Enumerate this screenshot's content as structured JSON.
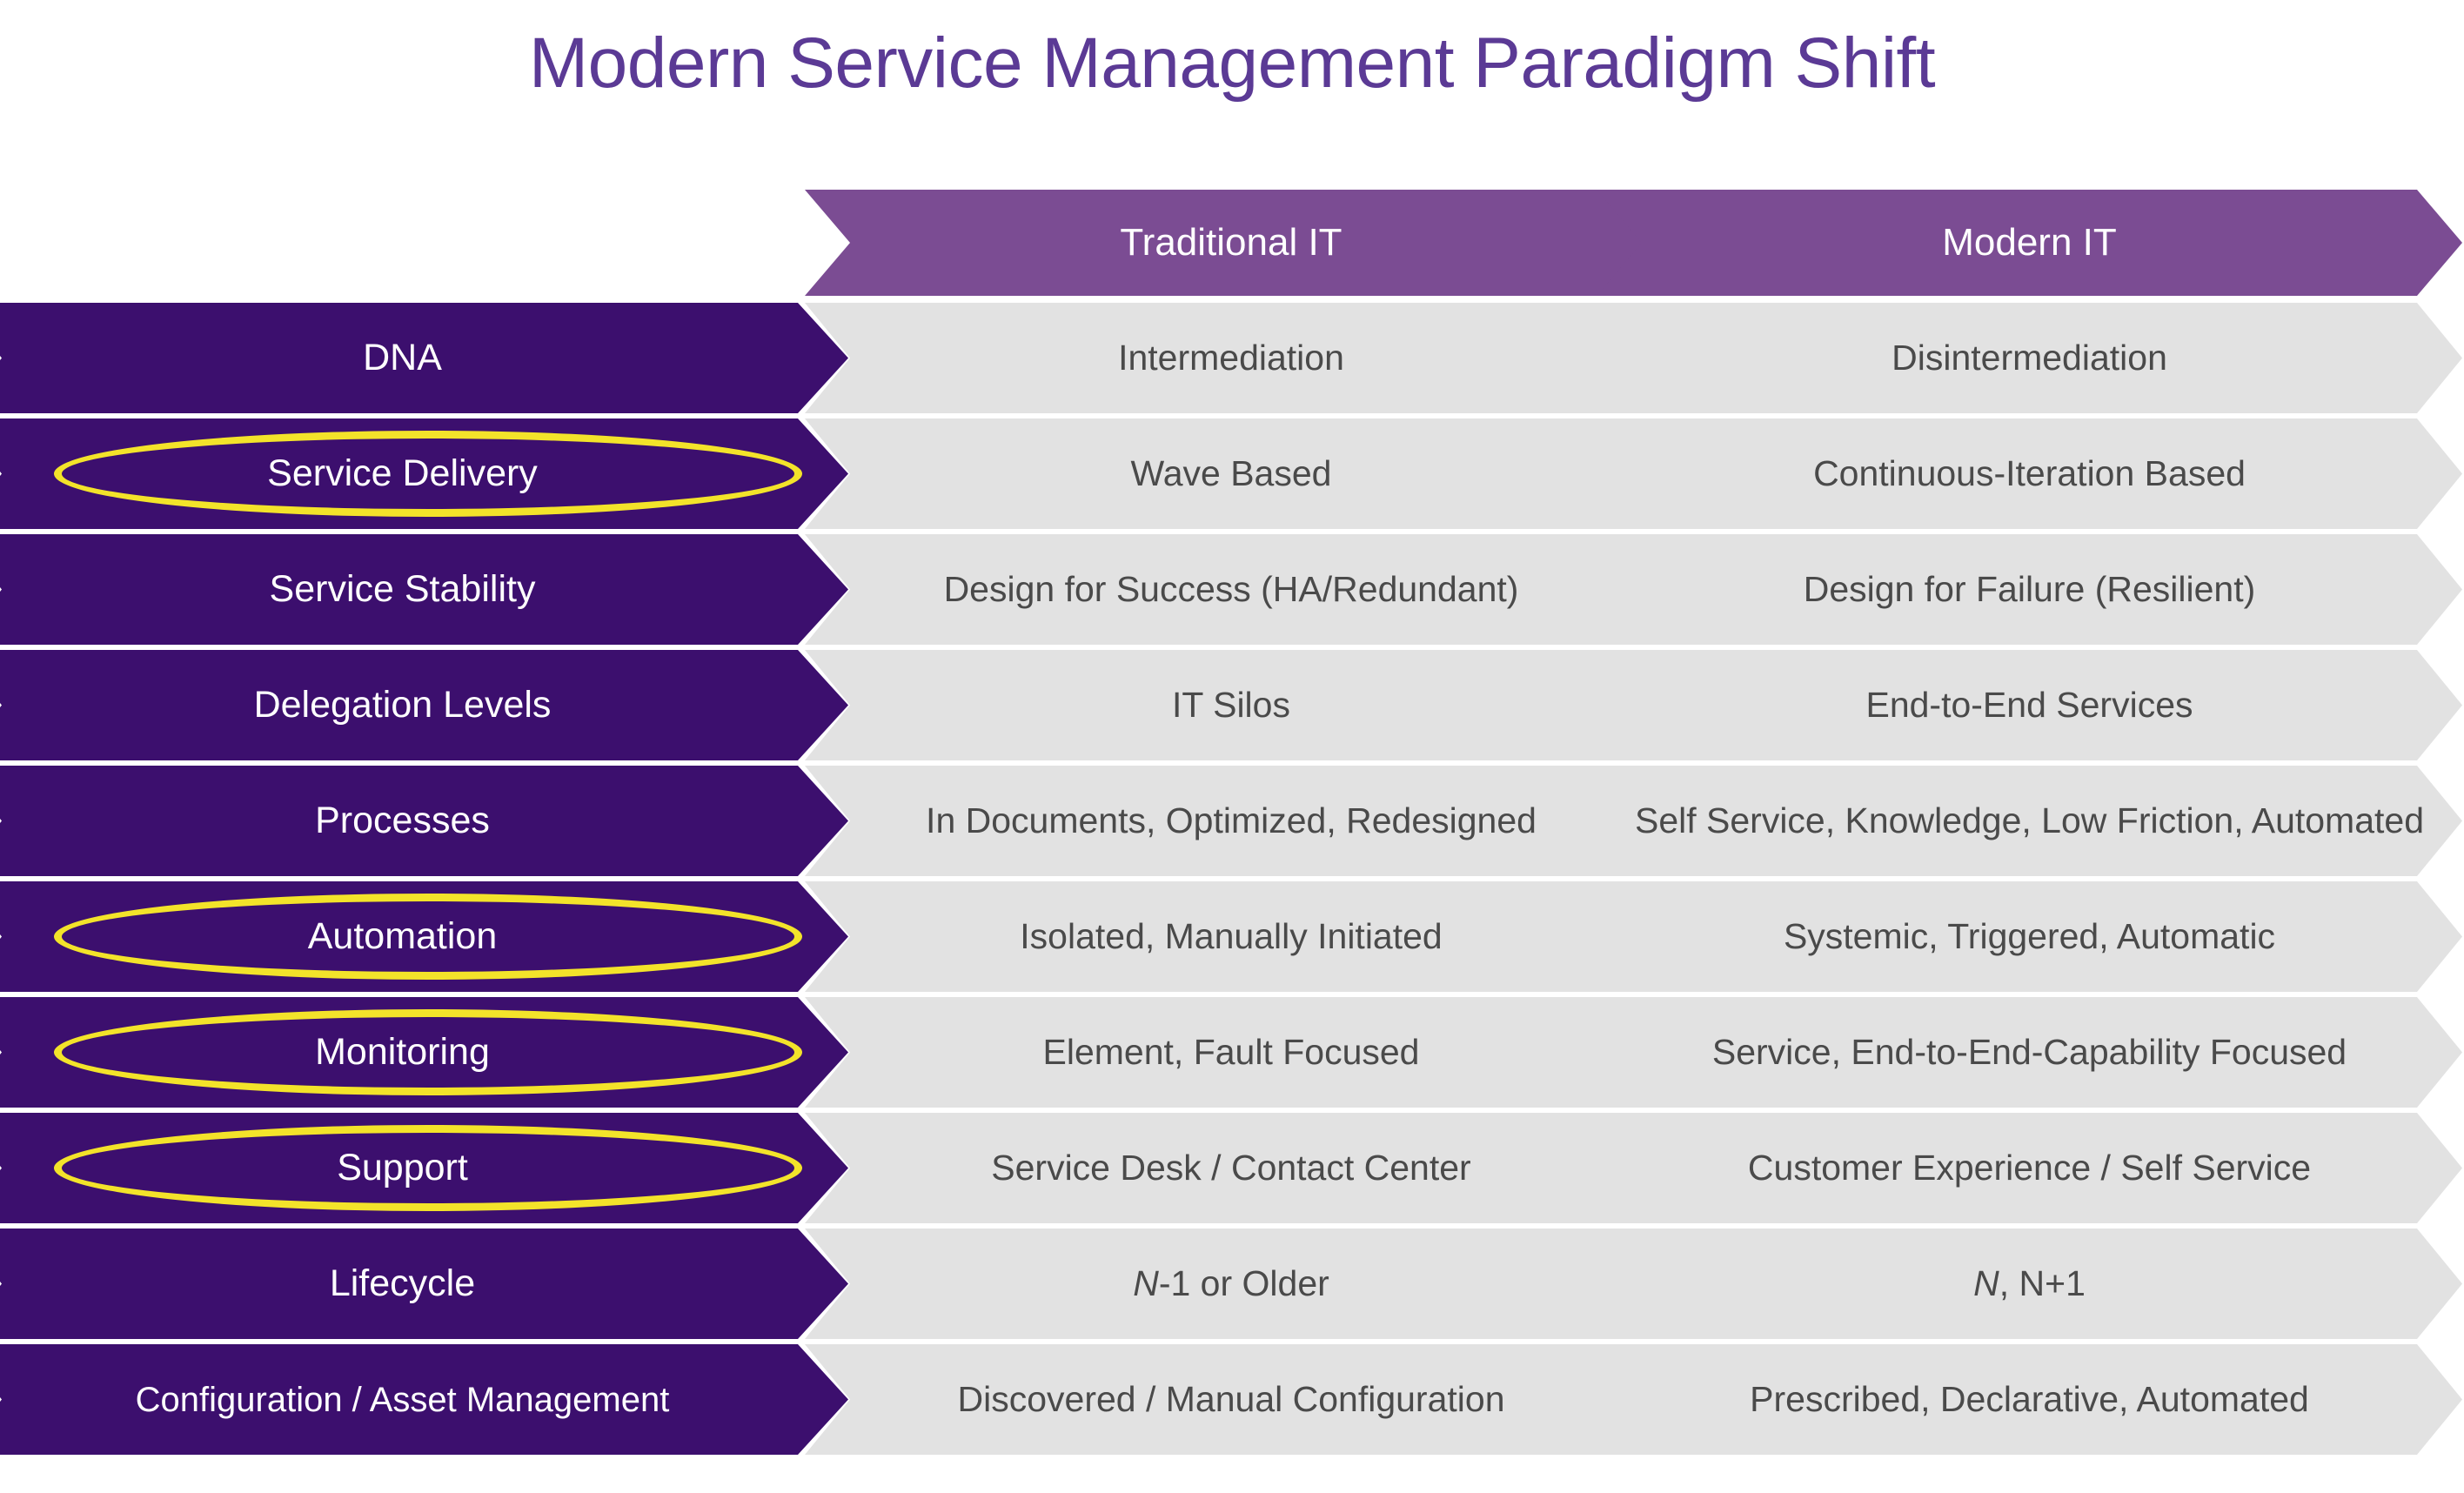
{
  "title": "Modern Service Management Paradigm Shift",
  "colors": {
    "title_purple": "#5B3A95",
    "header_purple": "#7B4C93",
    "row_label_purple": "#3C0F6E",
    "cell_gray": "#E2E2E2",
    "cell_text_gray": "#4A4A4A",
    "highlight_yellow": "#F3E32A",
    "background": "#FFFFFF"
  },
  "table": {
    "columns": [
      {
        "key": "category",
        "header": ""
      },
      {
        "key": "traditional",
        "header": "Traditional IT"
      },
      {
        "key": "modern",
        "header": "Modern IT"
      }
    ],
    "rows": [
      {
        "category": "DNA",
        "traditional": "Intermediation",
        "modern": "Disintermediation",
        "highlighted": false
      },
      {
        "category": "Service Delivery",
        "traditional": "Wave Based",
        "modern": "Continuous-Iteration Based",
        "highlighted": true
      },
      {
        "category": "Service Stability",
        "traditional": "Design for Success (HA/Redundant)",
        "modern": "Design for Failure (Resilient)",
        "highlighted": false
      },
      {
        "category": "Delegation Levels",
        "traditional": "IT Silos",
        "modern": "End-to-End Services",
        "highlighted": false
      },
      {
        "category": "Processes",
        "traditional": "In Documents, Optimized, Redesigned",
        "modern": "Self Service, Knowledge, Low Friction, Automated",
        "highlighted": false
      },
      {
        "category": "Automation",
        "traditional": "Isolated, Manually Initiated",
        "modern": "Systemic, Triggered, Automatic",
        "highlighted": true
      },
      {
        "category": "Monitoring",
        "traditional": "Element, Fault Focused",
        "modern": "Service, End-to-End-Capability Focused",
        "highlighted": true
      },
      {
        "category": "Support",
        "traditional": "Service Desk / Contact Center",
        "modern": "Customer Experience / Self Service",
        "highlighted": true
      },
      {
        "category": "Lifecycle",
        "traditional": "N-1 or Older",
        "modern": "N, N+1",
        "highlighted": false,
        "traditional_italic_prefix": "N",
        "traditional_rest": "-1 or Older",
        "modern_italic_prefix": "N",
        "modern_rest": ", N+1"
      },
      {
        "category": "Configuration / Asset Management",
        "traditional": "Discovered / Manual Configuration",
        "modern": "Prescribed, Declarative, Automated",
        "highlighted": false
      }
    ]
  }
}
